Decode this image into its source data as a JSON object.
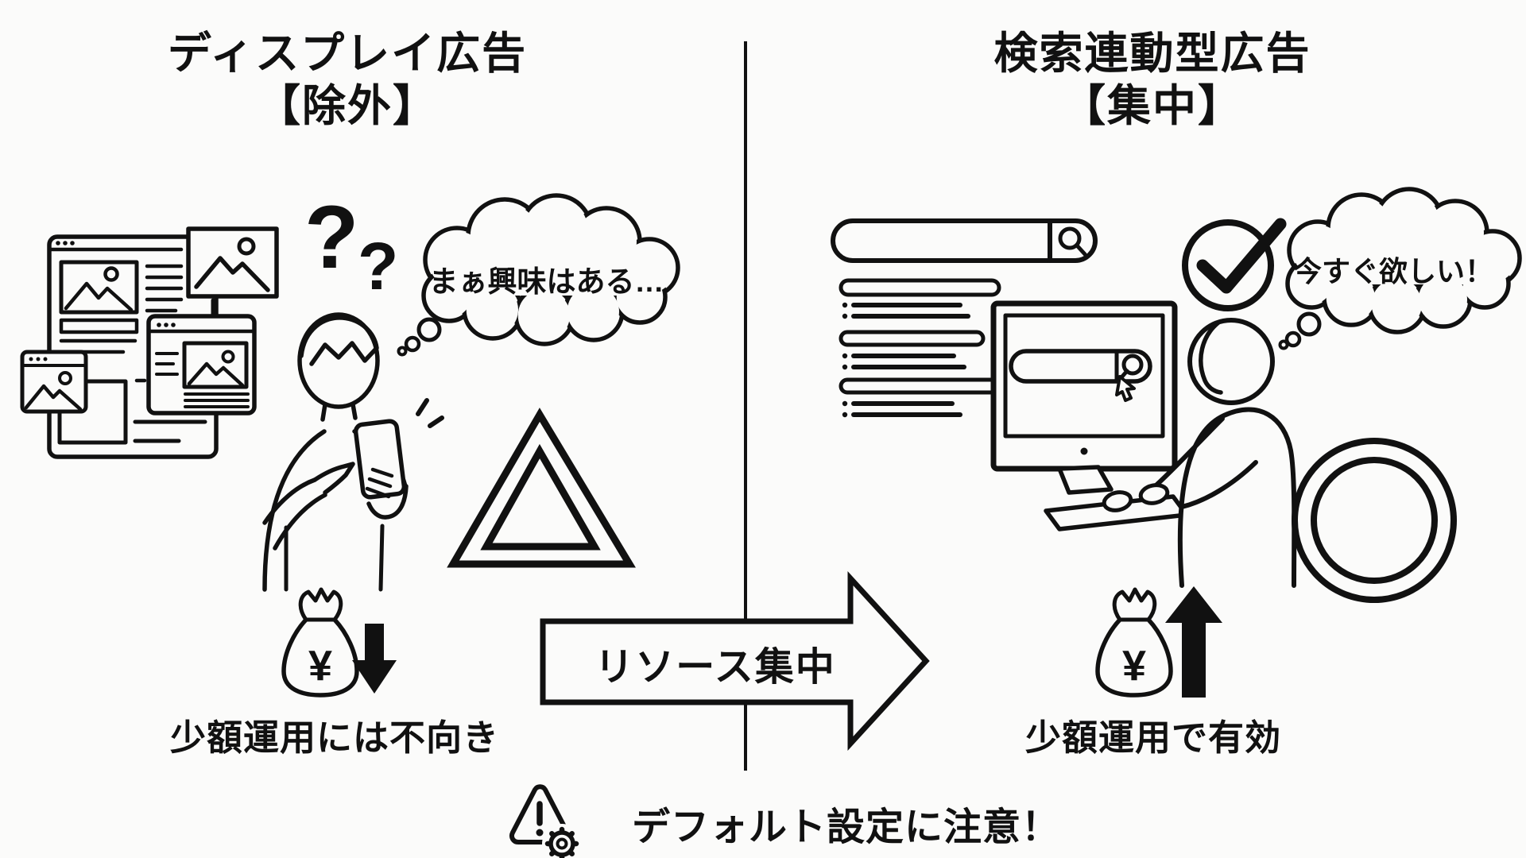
{
  "colors": {
    "ink": "#111111",
    "background": "#fbfbfa"
  },
  "left_panel": {
    "title": "ディスプレイ広告",
    "subtitle": "【除外】",
    "question_mark_1": "?",
    "question_mark_2": "?",
    "thought": "まぁ興味はある…",
    "money_symbol": "¥",
    "caption": "少額運用には不向き"
  },
  "right_panel": {
    "title": "検索連動型広告",
    "subtitle": "【集中】",
    "thought": "今すぐ欲しい！",
    "money_symbol": "¥",
    "caption": "少額運用で有効"
  },
  "center": {
    "arrow_label": "リソース集中"
  },
  "footer": {
    "warning": "デフォルト設定に注意！"
  }
}
